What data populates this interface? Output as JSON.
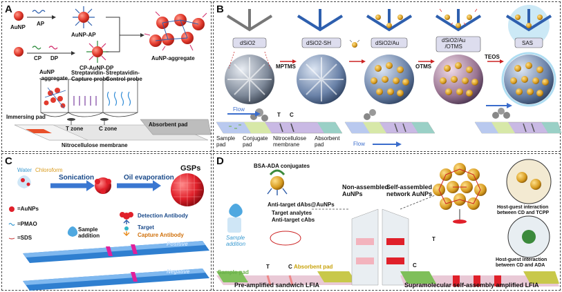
{
  "panels": {
    "a": {
      "label": "A",
      "aunp": "AuNP",
      "ap": "AP",
      "aunp_ap": "AuNP-AP",
      "cp": "CP",
      "dp": "DP",
      "cp_aunp_dp": "CP-AuNP-DP",
      "aggregate": "AuNP-aggregate",
      "strip_aggregate": "AuNP\n-aggregate",
      "capture_probe": "Streptavidin-\nCapture probe",
      "control_probe": "Streptavidin-\nControl probe",
      "immersing_pad": "Immersing pad",
      "t_zone": "T zone",
      "c_zone": "C zone",
      "absorbent_pad": "Absorbent pad",
      "membrane": "Nitrocellulose membrane"
    },
    "b": {
      "label": "B",
      "stages": [
        "dSiO2",
        "dSiO2-SH",
        "dSiO2/Au",
        "dSiO2/Au\n/OTMS",
        "SAS"
      ],
      "mptms": "MPTMS",
      "otms": "OTMS",
      "teos": "TEOS",
      "flow": "Flow",
      "t": "T",
      "c": "C",
      "sample_pad": "Sample\npad",
      "conjugate_pad": "Conjugate\npad",
      "nitro_membrane": "Nitrocellulose\nmembrane",
      "absorbent_pad": "Absorbent\npad",
      "flow2": "Flow"
    },
    "c": {
      "label": "C",
      "water": "Water",
      "chloroform": "Chloroform",
      "sonication": "Sonication",
      "oil_evap": "Oil evaporation",
      "gsps": "GSPs",
      "aunps": "=AuNPs",
      "pmao": "=PMAO",
      "sds": "=SDS",
      "detection": "Detection Antibody",
      "target": "Target",
      "capture": "Capture Antibody",
      "sample_add": "Sample\naddition",
      "positive": "Positive",
      "negative": "Negative"
    },
    "d": {
      "label": "D",
      "bsa_ada": "BSA-ADA conjugates",
      "anti_target": "Anti-target dAbs@AuNPs",
      "target_analytes": "Target analytes",
      "anti_c": "Anti-target cAbs",
      "sample_add": "Sample\naddition",
      "absorbent": "Absorbent pad",
      "sample_pad": "Sample pad",
      "t": "T",
      "c": "C",
      "pre_amp": "Pre-amplified sandwich LFIA",
      "non_assembled": "Non-assembled\nAuNPs",
      "self_assembled": "Self-assembled\nnetwork AuNPs",
      "hg1": "Host-guest interaction\nbetween CD and TCPP",
      "hg2": "Host-guest interaction\nbetween CD and ADA",
      "t2": "T",
      "c2": "C",
      "supra": "Supramolecular self-assembly amplified LFIA"
    }
  },
  "colors": {
    "gold": "#e23b2e",
    "blue": "#2e5fae",
    "green": "#5fbf4a",
    "red": "#e0202a"
  }
}
